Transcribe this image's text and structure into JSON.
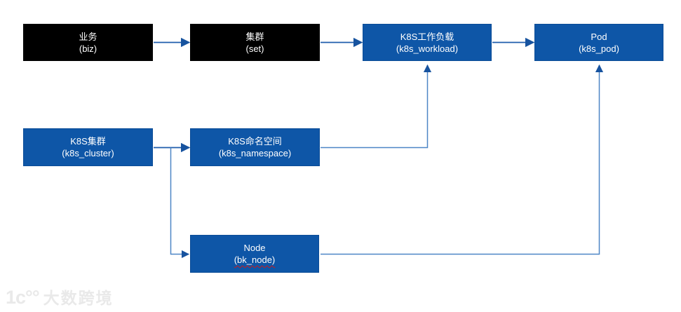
{
  "diagram": {
    "nodes": [
      {
        "id": "biz",
        "title": "业务",
        "subtitle": "(biz)",
        "variant": "black"
      },
      {
        "id": "set",
        "title": "集群",
        "subtitle": "(set)",
        "variant": "black"
      },
      {
        "id": "k8s_workload",
        "title": "K8S工作负载",
        "subtitle": "(k8s_workload)",
        "variant": "blue"
      },
      {
        "id": "k8s_pod",
        "title": "Pod",
        "subtitle": "(k8s_pod)",
        "variant": "blue"
      },
      {
        "id": "k8s_cluster",
        "title": "K8S集群",
        "subtitle": "(k8s_cluster)",
        "variant": "blue"
      },
      {
        "id": "k8s_namespace",
        "title": "K8S命名空间",
        "subtitle": "(k8s_namespace)",
        "variant": "blue"
      },
      {
        "id": "bk_node",
        "title": "Node",
        "subtitle": "(bk_node)",
        "variant": "blue",
        "subtitle_spellcheck_underline": true
      }
    ],
    "edges": [
      {
        "from": "biz",
        "to": "set"
      },
      {
        "from": "set",
        "to": "k8s_workload"
      },
      {
        "from": "k8s_workload",
        "to": "k8s_pod"
      },
      {
        "from": "k8s_cluster",
        "to": "k8s_namespace"
      },
      {
        "from": "k8s_cluster",
        "to": "bk_node"
      },
      {
        "from": "k8s_namespace",
        "to": "k8s_workload"
      },
      {
        "from": "bk_node",
        "to": "k8s_pod"
      }
    ]
  },
  "colors": {
    "box_black": "#000000",
    "box_blue": "#0e56a7",
    "box_blue_border": "#0b4c97",
    "edge_straight": "#1e5cab",
    "edge_elbow": "#4d86c6",
    "arrowhead": "#17539f",
    "box_text": "#ffffff",
    "spellcheck_underline": "#cc1a1a",
    "watermark_text_color": "#e9e9e9"
  },
  "watermark": {
    "logo": "1ϲ°°",
    "text": "大数跨境"
  }
}
